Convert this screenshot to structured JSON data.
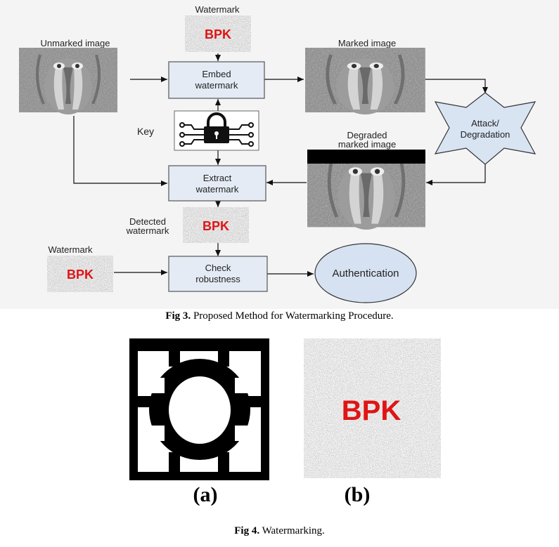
{
  "figure3": {
    "labels": {
      "watermark_top": "Watermark",
      "unmarked_image": "Unmarked image",
      "marked_image": "Marked image",
      "degraded_line1": "Degraded",
      "degraded_line2": "marked image",
      "key": "Key",
      "detected_line1": "Detected",
      "detected_line2": "watermark",
      "watermark_left": "Watermark"
    },
    "boxes": {
      "embed_line1": "Embed",
      "embed_line2": "watermark",
      "extract_line1": "Extract",
      "extract_line2": "watermark",
      "check_line1": "Check",
      "check_line2": "robustness"
    },
    "attack_line1": "Attack/",
    "attack_line2": "Degradation",
    "authentication": "Authentication",
    "watermark_text": "BPK",
    "caption_prefix": "Fig 3.",
    "caption_text": " Proposed Method for Watermarking Procedure."
  },
  "figure4": {
    "label_a": "(a)",
    "label_b": "(b)",
    "watermark_text": "BPK",
    "caption_prefix": "Fig 4.",
    "caption_text": " Watermarking."
  },
  "colors": {
    "box_fill": "#e4ebf5",
    "box_stroke": "#555555",
    "star_fill": "#d9e4f3",
    "ellipse_fill": "#d6e2f2",
    "watermark_red": "#e01414"
  },
  "icons": {
    "key": "lock-circuit-icon",
    "baboon": "baboon-photo",
    "noise": "noise-pattern"
  }
}
